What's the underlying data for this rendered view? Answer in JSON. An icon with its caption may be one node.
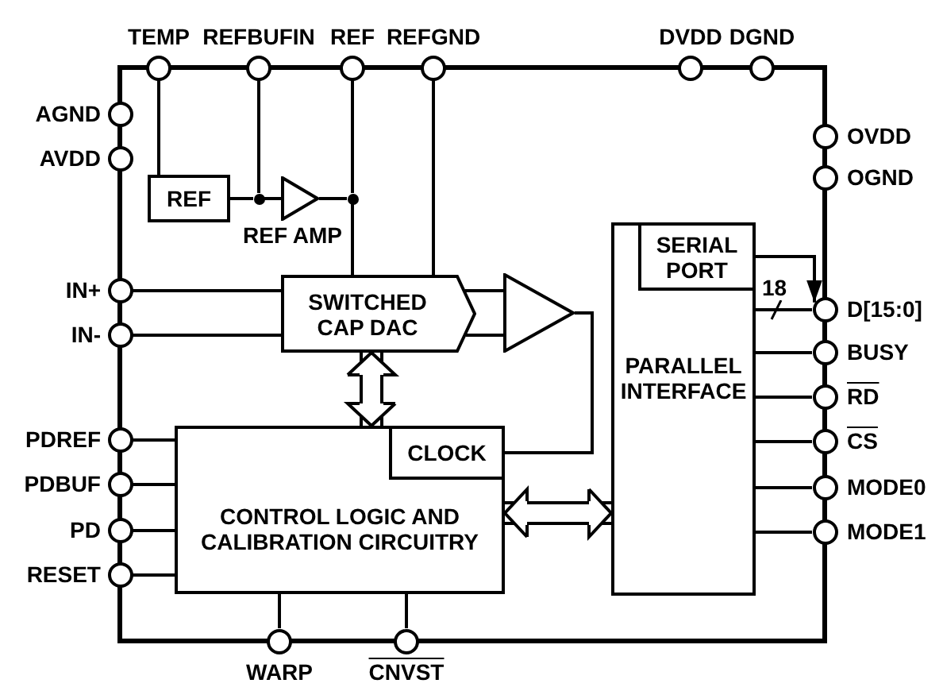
{
  "diagram": {
    "nodes": [
      {
        "text": [],
        "shape": "box"
      },
      {
        "text": [],
        "shape": "circle",
        "beside": [
          "TEMP"
        ]
      },
      {
        "text": [],
        "shape": "circle",
        "beside": [
          "REFBUFIN"
        ]
      },
      {
        "text": [],
        "shape": "circle",
        "beside": [
          "REF"
        ]
      },
      {
        "text": [],
        "shape": "circle",
        "beside": [
          "REFGND"
        ]
      },
      {
        "text": [],
        "shape": "circle",
        "beside": [
          "DVDD"
        ]
      },
      {
        "text": [],
        "shape": "circle",
        "beside": [
          "DGND"
        ]
      },
      {
        "text": [],
        "shape": "circle",
        "beside": [
          "AGND"
        ]
      },
      {
        "text": [],
        "shape": "circle",
        "beside": [
          "AVDD"
        ]
      },
      {
        "text": [],
        "shape": "circle",
        "beside": [
          "OVDD"
        ]
      },
      {
        "text": [],
        "shape": "circle",
        "beside": [
          "OGND"
        ]
      },
      {
        "text": [
          "REF"
        ],
        "in": 0
      },
      {
        "text": [],
        "shape": "triangle",
        "beside": [
          "REF AMP"
        ],
        "in": 0
      },
      {
        "text": [],
        "shape": "circle",
        "beside": [
          "IN+"
        ]
      },
      {
        "text": [],
        "shape": "circle",
        "beside": [
          "IN-"
        ]
      },
      {
        "text": [
          "SWITCHED CAP DAC"
        ],
        "in": 0
      },
      {
        "text": [],
        "shape": "triangle",
        "in": 0
      },
      {
        "text": [
          "PARALLEL INTERFACE"
        ],
        "in": 0
      },
      {
        "text": [
          "SERIAL PORT"
        ],
        "in": 17
      },
      {
        "text": [],
        "shape": "circle",
        "beside": [
          "D[15:0]"
        ]
      },
      {
        "text": [],
        "shape": "circle",
        "beside": [
          "BUSY"
        ]
      },
      {
        "text": [],
        "shape": "circle",
        "beside": [
          "RD"
        ]
      },
      {
        "text": [],
        "shape": "circle",
        "beside": [
          "CS"
        ]
      },
      {
        "text": [
          "CONTROL LOGIC AND CALIBRATION CIRCUITRY"
        ],
        "in": 0
      },
      {
        "text": [
          "CLOCK"
        ],
        "in": 23
      },
      {
        "text": [],
        "shape": "circle",
        "beside": [
          "PDREF"
        ]
      },
      {
        "text": [],
        "shape": "circle",
        "beside": [
          "PDBUF"
        ]
      },
      {
        "text": [],
        "shape": "circle",
        "beside": [
          "PD"
        ]
      },
      {
        "text": [],
        "shape": "circle",
        "beside": [
          "RESET"
        ]
      },
      {
        "text": [],
        "shape": "circle",
        "beside": [
          "MODE0"
        ]
      },
      {
        "text": [],
        "shape": "circle",
        "beside": [
          "MODE1"
        ]
      },
      {
        "text": [],
        "shape": "circle",
        "beside": [
          "WARP"
        ]
      },
      {
        "text": [],
        "shape": "circle",
        "beside": [
          "CNVST"
        ]
      },
      {
        "text": [],
        "shape": "dot",
        "in": 0
      },
      {
        "text": [],
        "shape": "dot",
        "in": 0
      }
    ],
    "edges": [
      {
        "from": 1,
        "to": 11,
        "arrow": "none"
      },
      {
        "from": 11,
        "to": 33,
        "arrow": "none"
      },
      {
        "from": 2,
        "to": 33,
        "arrow": "none"
      },
      {
        "from": 33,
        "to": 12,
        "arrow": "none"
      },
      {
        "from": 12,
        "to": 34,
        "arrow": "none"
      },
      {
        "from": 3,
        "to": 34,
        "arrow": "none"
      },
      {
        "from": 34,
        "to": 15,
        "arrow": "none"
      },
      {
        "from": 4,
        "to": 15,
        "arrow": "none"
      },
      {
        "from": 13,
        "to": 15,
        "arrow": "none"
      },
      {
        "from": 14,
        "to": 15,
        "arrow": "none"
      },
      {
        "from": 15,
        "to": 16,
        "arrow": "none"
      },
      {
        "from": 15,
        "to": 16,
        "arrow": "none"
      },
      {
        "from": 16,
        "to": 24,
        "arrow": "none"
      },
      {
        "from": 15,
        "to": 23,
        "arrow": "both",
        "style": "thick"
      },
      {
        "from": 23,
        "to": 17,
        "arrow": "both",
        "style": "thick"
      },
      {
        "from": 18,
        "to": 19,
        "arrow": "to"
      },
      {
        "from": 17,
        "to": 19,
        "arrow": "none",
        "label": "18"
      },
      {
        "from": 17,
        "to": 20,
        "arrow": "none"
      },
      {
        "from": 17,
        "to": 21,
        "arrow": "none"
      },
      {
        "from": 17,
        "to": 22,
        "arrow": "none"
      },
      {
        "from": 17,
        "to": 29,
        "arrow": "none"
      },
      {
        "from": 17,
        "to": 30,
        "arrow": "none"
      },
      {
        "from": 25,
        "to": 23,
        "arrow": "none"
      },
      {
        "from": 26,
        "to": 23,
        "arrow": "none"
      },
      {
        "from": 27,
        "to": 23,
        "arrow": "none"
      },
      {
        "from": 28,
        "to": 23,
        "arrow": "none"
      },
      {
        "from": 31,
        "to": 23,
        "arrow": "none"
      },
      {
        "from": 32,
        "to": 23,
        "arrow": "none"
      }
    ]
  }
}
